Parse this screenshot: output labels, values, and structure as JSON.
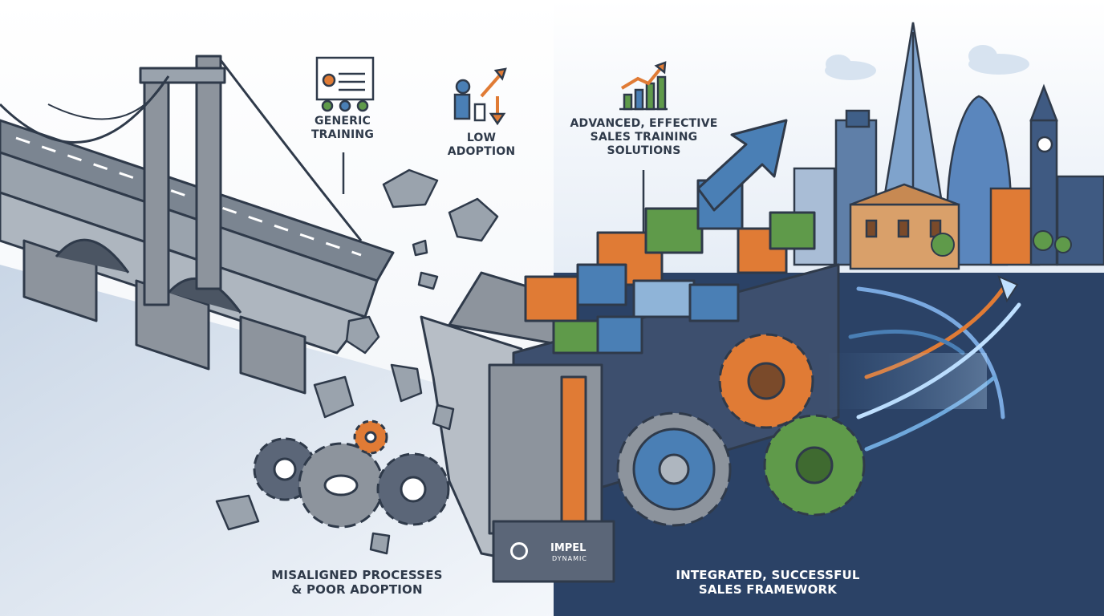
{
  "labels": {
    "generic_training": "Generic\nTraining",
    "low_adoption": "Low\nAdoption",
    "advanced": "Advanced, Effective\nSales Training\nSolutions",
    "misaligned": "Misaligned Processes\n& Poor Adoption",
    "integrated": "Integrated, Successful\nSales Framework"
  },
  "logo": {
    "line1": "IMPEL",
    "line2": "DYNAMIC"
  },
  "icons": [
    "presentation-icon",
    "low-adoption-icon",
    "growth-chart-icon",
    "broken-gears-icon",
    "working-gears-icon",
    "growth-arrow-icon"
  ],
  "colors": {
    "navy": "#2b4266",
    "orange": "#e07b35",
    "green": "#5f9a4a",
    "blue": "#4a7fb5",
    "gray": "#8d949d",
    "outline": "#2f3a4a"
  }
}
